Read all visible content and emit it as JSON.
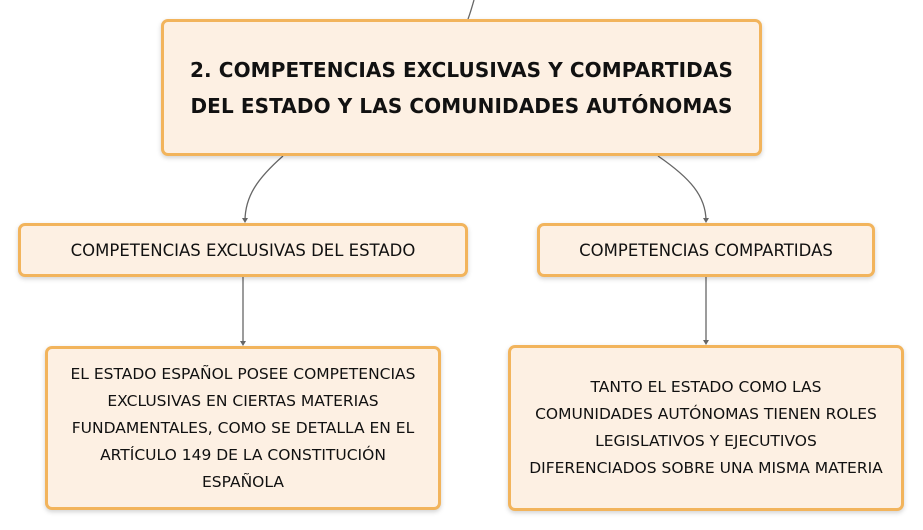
{
  "diagram": {
    "root": {
      "lines": [
        "2. COMPETENCIAS EXCLUSIVAS Y COMPARTIDAS",
        "DEL ESTADO Y LAS COMUNIDADES AUTÓNOMAS"
      ]
    },
    "branches": [
      {
        "label": "COMPETENCIAS EXCLUSIVAS DEL ESTADO",
        "detail": [
          "EL ESTADO ESPAÑOL POSEE COMPETENCIAS",
          "EXCLUSIVAS EN CIERTAS MATERIAS",
          "FUNDAMENTALES, COMO SE DETALLA EN EL",
          "ARTÍCULO 149 DE LA CONSTITUCIÓN",
          "ESPAÑOLA"
        ]
      },
      {
        "label": "COMPETENCIAS COMPARTIDAS",
        "detail": [
          "TANTO EL ESTADO COMO LAS",
          "COMUNIDADES AUTÓNOMAS TIENEN ROLES",
          "LEGISLATIVOS Y EJECUTIVOS",
          "DIFERENCIADOS SOBRE UNA MISMA MATERIA"
        ]
      }
    ],
    "colors": {
      "node_fill": "#fdf0e3",
      "node_border": "#f2b45c",
      "connector": "#666666",
      "text": "#111111"
    }
  }
}
